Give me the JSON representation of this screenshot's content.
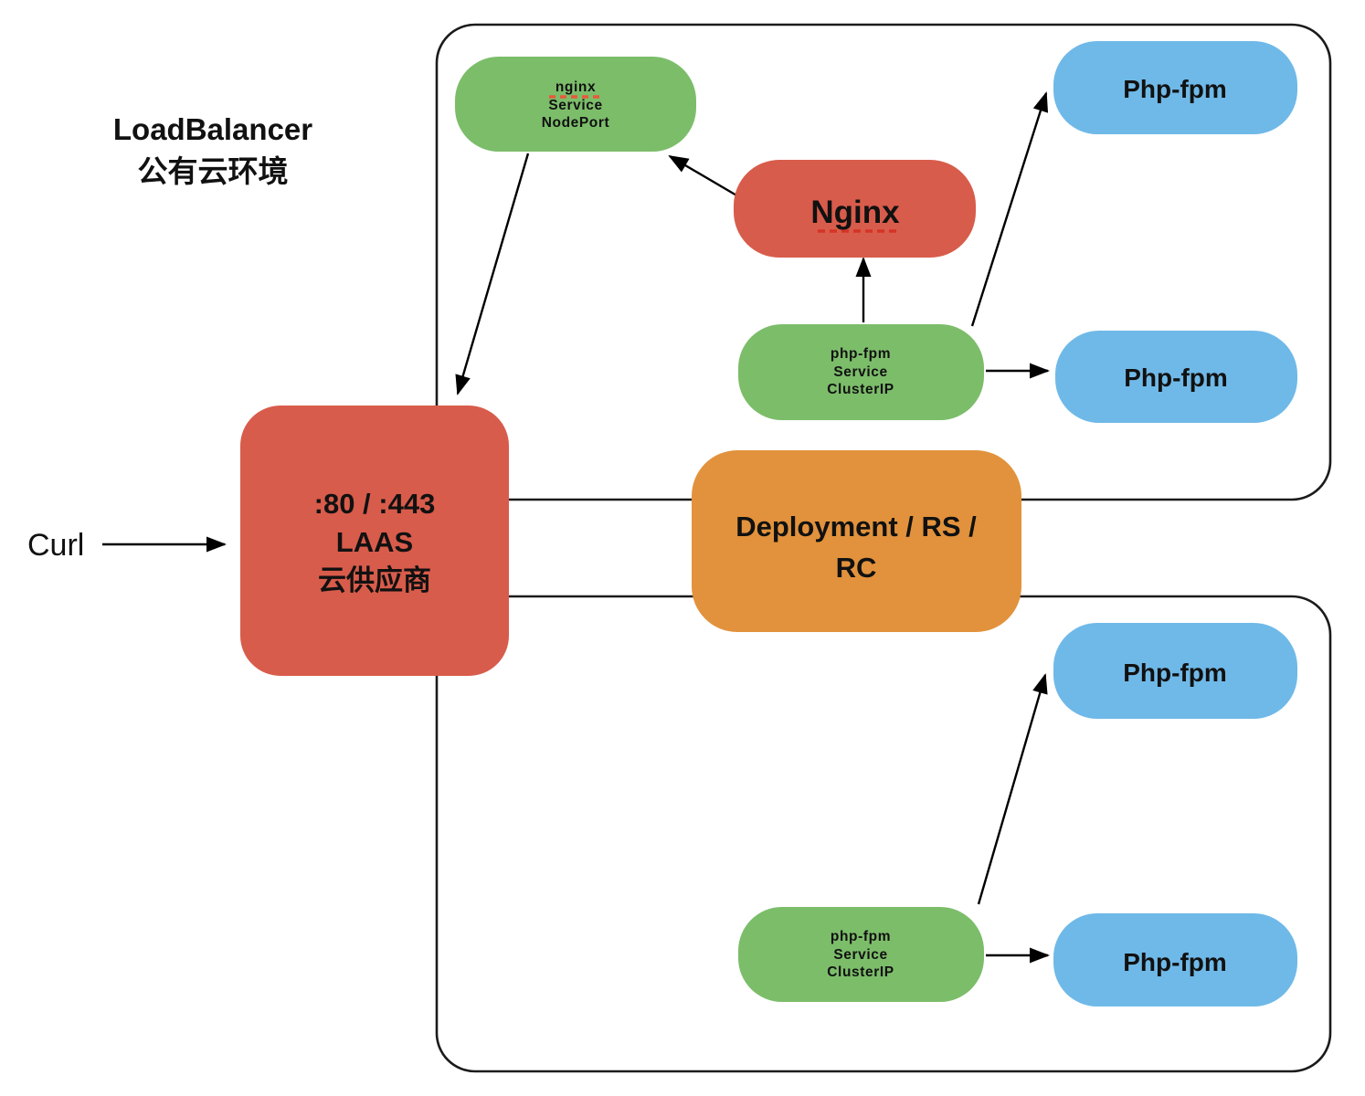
{
  "colors": {
    "green": "#7cbd6a",
    "red": "#d85c4b",
    "blue": "#6fb9e8",
    "orange": "#e2923c",
    "underline_green_box": "#e8593c",
    "underline_red_box": "#d43425"
  },
  "labels": {
    "loadbalancer_title": "LoadBalancer",
    "loadbalancer_subtitle": "公有云环境",
    "curl": "Curl"
  },
  "nodes": {
    "nginx_service": {
      "line1": "nginx",
      "line2": "Service",
      "line3": "NodePort"
    },
    "nginx": {
      "label": "Nginx"
    },
    "php_fpm_service_top": {
      "line1": "php-fpm",
      "line2": "Service",
      "line3": "ClusterIP"
    },
    "php_fpm_pod_top_1": {
      "label": "Php-fpm"
    },
    "php_fpm_pod_top_2": {
      "label": "Php-fpm"
    },
    "laas": {
      "line1": ":80 / :443",
      "line2": "LAAS",
      "line3": "云供应商"
    },
    "deployment": {
      "line1": "Deployment / RS /",
      "line2": "RC"
    },
    "php_fpm_pod_bottom_1": {
      "label": "Php-fpm"
    },
    "php_fpm_service_bottom": {
      "line1": "php-fpm",
      "line2": "Service",
      "line3": "ClusterIP"
    },
    "php_fpm_pod_bottom_2": {
      "label": "Php-fpm"
    }
  }
}
